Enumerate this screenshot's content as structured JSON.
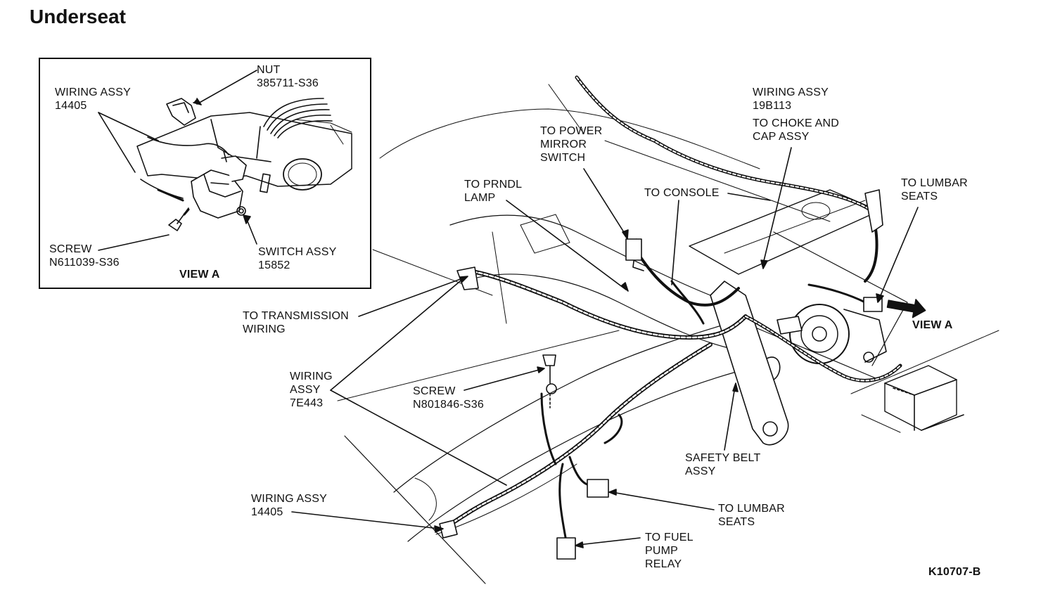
{
  "title": "Underseat",
  "inset": {
    "view_label": "VIEW A",
    "labels": {
      "nut": [
        "NUT",
        "385711-S36"
      ],
      "wiring_assy": [
        "WIRING ASSY",
        "14405"
      ],
      "screw": [
        "SCREW",
        "N611039-S36"
      ],
      "switch_assy": [
        "SWITCH ASSY",
        "15852"
      ]
    }
  },
  "main": {
    "labels": {
      "power_mirror": [
        "TO POWER",
        "MIRROR",
        "SWITCH"
      ],
      "wiring_19b113": [
        "WIRING ASSY",
        "19B113"
      ],
      "choke_cap": [
        "TO CHOKE AND",
        "CAP ASSY"
      ],
      "prndl": [
        "TO PRNDL",
        "LAMP"
      ],
      "console": [
        "TO CONSOLE"
      ],
      "lumbar_top": [
        "TO LUMBAR",
        "SEATS"
      ],
      "view_a": [
        "VIEW A"
      ],
      "transmission": [
        "TO TRANSMISSION",
        "WIRING"
      ],
      "wiring_7e443": [
        "WIRING",
        "ASSY",
        "7E443"
      ],
      "screw_main": [
        "SCREW",
        "N801846-S36"
      ],
      "safety_belt": [
        "SAFETY BELT",
        "ASSY"
      ],
      "wiring_14405": [
        "WIRING ASSY",
        "14405"
      ],
      "lumbar_bottom": [
        "TO LUMBAR",
        "SEATS"
      ],
      "fuel_pump": [
        "TO FUEL",
        "PUMP",
        "RELAY"
      ]
    }
  },
  "figure_id": "K10707-B"
}
